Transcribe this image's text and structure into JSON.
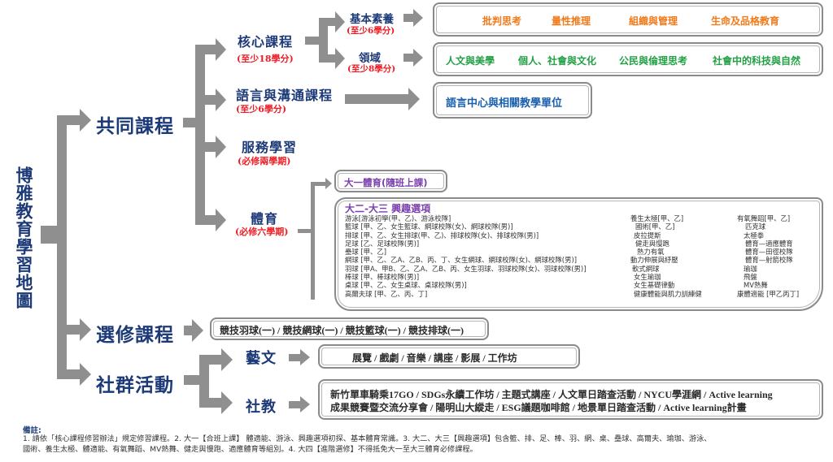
{
  "title": "博雅教育學習地圖",
  "common": {
    "label": "共同課程",
    "core": {
      "label": "核心課程",
      "req": "(至少18學分)",
      "basic": {
        "label": "基本素養",
        "req": "(至少6學分)",
        "items": [
          "批判思考",
          "量性推理",
          "組織與管理",
          "生命及品格教育"
        ]
      },
      "domain": {
        "label": "領域",
        "req": "(至少8學分)",
        "items": [
          "人文與美學",
          "個人、社會與文化",
          "公民與倫理思考",
          "社會中的科技與自然"
        ]
      }
    },
    "language": {
      "label": "語言與溝通課程",
      "req": "(至少6學分)",
      "target": "語言中心與相關教學單位"
    },
    "service": {
      "label": "服務學習",
      "req": "(必修兩學期)"
    },
    "pe": {
      "label": "體育",
      "req": "(必修六學期)",
      "freshman": "大一體育(隨班上課)",
      "interest": {
        "title": "大二-大三 興趣選項",
        "col1": [
          "游泳[游泳初學(甲、乙)、游泳校隊]",
          "籃球 [甲、乙、女生籃球、網球校隊(女)、網球校隊(男)]",
          "排球 [甲、乙、女生排球(甲、乙)、排球校隊(女)、排球校隊(男)]",
          "足球 [乙、足球校隊(男)]",
          "壘球 [甲、乙]",
          "網球 [甲、乙、乙A、乙B、丙、丁、女生網球、網球校隊(女)、網球校隊(男)]",
          "羽球 [甲A、甲B、乙、乙A、乙B、丙、女生羽球、羽球校隊(女)、羽球校隊(男)]",
          "棒球 [甲、棒球校隊(男)]",
          "桌球 [甲、乙、女生桌球、桌球校隊(男)]",
          "高爾夫球 [甲、乙、丙、丁]"
        ],
        "col2": [
          "養生太極[甲、乙]",
          "國術[甲、乙]",
          "皮拉提斯",
          "健走與慢跑",
          "熱力有氧",
          "動力伸展與紓壓",
          "軟式網球",
          "女生瑜珈",
          "女生基礎律動",
          "健康體能與肌力訓練健"
        ],
        "col3": [
          "有氧舞蹈[甲、乙]",
          "匹克球",
          "太極拳",
          "體育—適應體育",
          "體育—田徑校隊",
          "體育—射箭校隊",
          "瑜珈",
          "飛盤",
          "MV熱舞",
          "康體適能 [甲乙丙丁]"
        ]
      }
    }
  },
  "elective": {
    "label": "選修課程",
    "content": "競技羽球(一) / 競技網球(一) / 競技籃球(一) / 競技排球(一)"
  },
  "community": {
    "label": "社群活動",
    "arts": {
      "label": "藝文",
      "content": "展覽 / 戲劇 / 音樂 / 講座 / 影展 / 工作坊"
    },
    "social": {
      "label": "社教",
      "line1": "新竹單車騎乘17GO / SDGs永續工作坊 / 主題式講座 / 人文單日踏查活動 / NYCU學涯網 / Active learning",
      "line2": "成果競賽暨交流分享會 / 陽明山大縱走 / ESG議題咖啡館 / 地景單日踏查活動 / Active learning計畫"
    }
  },
  "notes": {
    "heading": "備註:",
    "line1": "1. 請依「核心課程修習辦法」規定修習課程。2. 大一【合班上課】 體適能、游泳、興趣選項初探、基本體育常識。3. 大二、大三【興趣選項】包含籃、排、足、棒、羽、網、桌、壘球、高爾夫、瑜珈、游泳、",
    "line2": "國術、養生太極、體適能、有氧舞蹈、MV熱舞、健走與慢跑、適應體育等組別。4. 大四【進階選修】不得抵免大一至大三體育必修課程。"
  }
}
